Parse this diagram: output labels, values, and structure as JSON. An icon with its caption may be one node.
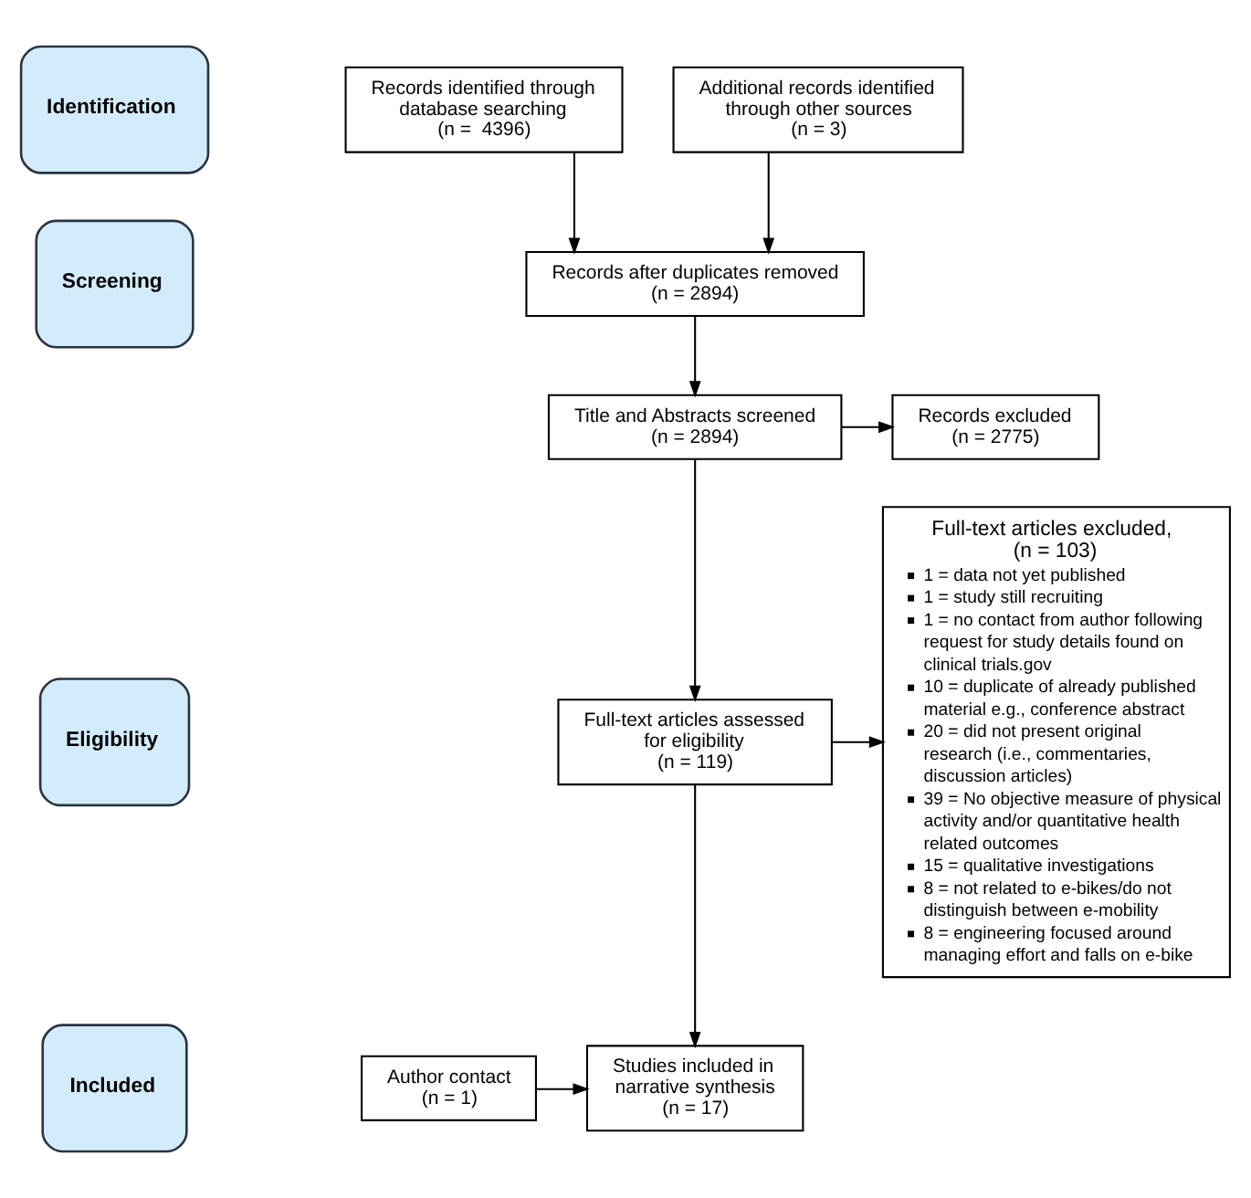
{
  "diagram": {
    "nodes": [
      {
        "text": [
          "Identification"
        ]
      },
      {
        "text": [
          "Records identified through database searching (n =  4396)"
        ]
      },
      {
        "text": [
          "Additional records identified through other sources (n = 3)"
        ]
      },
      {
        "text": [
          "Screening"
        ]
      },
      {
        "text": [
          "Records after duplicates removed (n = 2894)"
        ]
      },
      {
        "text": [
          "Title and Abstracts screened (n = 2894)"
        ]
      },
      {
        "text": [
          "Records excluded (n = 2775)"
        ]
      },
      {
        "text": [
          "Eligibility"
        ]
      },
      {
        "text": [
          "Full-text articles assessed for eligibility (n = 119)"
        ]
      },
      {
        "text": [
          "Full-text articles excluded, (n = 103)",
          "1 = data not yet published",
          "1 = study still recruiting",
          "1 = no contact from author following request for study details found on clinical trials.gov",
          "10 = duplicate of already published material e.g., conference abstract",
          "20 = did not present original research (i.e., commentaries, discussion articles)",
          "39 = No objective measure of physical activity and/or quantitative health related outcomes",
          "15 = qualitative investigations",
          "8 = not related to e-bikes/do not distinguish between e-mobility",
          "8 = engineering focused around managing effort and falls on e-bike"
        ]
      },
      {
        "text": [
          "Included"
        ]
      },
      {
        "text": [
          "Author contact (n = 1)"
        ]
      },
      {
        "text": [
          "Studies included in narrative synthesis (n = 17)"
        ]
      }
    ],
    "edges": [
      {
        "from": 1,
        "to": 4,
        "arrow": "to"
      },
      {
        "from": 2,
        "to": 4,
        "arrow": "to"
      },
      {
        "from": 4,
        "to": 5,
        "arrow": "to"
      },
      {
        "from": 5,
        "to": 6,
        "arrow": "to"
      },
      {
        "from": 5,
        "to": 8,
        "arrow": "to"
      },
      {
        "from": 8,
        "to": 9,
        "arrow": "to"
      },
      {
        "from": 8,
        "to": 12,
        "arrow": "to"
      },
      {
        "from": 11,
        "to": 12,
        "arrow": "to"
      }
    ]
  }
}
